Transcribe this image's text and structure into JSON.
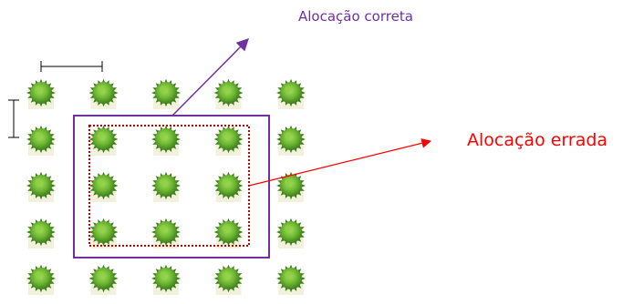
{
  "labels": {
    "correct": "Alocação correta",
    "wrong": "Alocação errada"
  },
  "colors": {
    "correct": "#7030A0",
    "wrong": "#FF0000",
    "plant_dark": "#3f7f1c",
    "plant_light": "#8fcf45",
    "ground": "#f1f1dc",
    "spacing": "#000000"
  },
  "grid": {
    "rows": 5,
    "cols": 5
  },
  "icons": {
    "plant": "shrub-icon"
  }
}
